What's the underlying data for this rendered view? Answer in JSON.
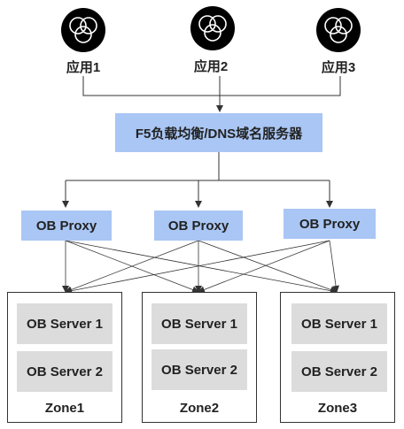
{
  "apps": [
    {
      "label": "应用1",
      "icon": "three-circle-venn-icon"
    },
    {
      "label": "应用2",
      "icon": "three-circle-venn-icon"
    },
    {
      "label": "应用3",
      "icon": "three-circle-venn-icon"
    }
  ],
  "load_balancer": {
    "label": "F5负载均衡/DNS域名服务器"
  },
  "proxies": [
    {
      "label": "OB Proxy"
    },
    {
      "label": "OB Proxy"
    },
    {
      "label": "OB Proxy"
    }
  ],
  "zones": [
    {
      "label": "Zone1",
      "servers": [
        "OB Server 1",
        "OB Server 2"
      ]
    },
    {
      "label": "Zone2",
      "servers": [
        "OB Server 1",
        "OB Server 2"
      ]
    },
    {
      "label": "Zone3",
      "servers": [
        "OB Server 1",
        "OB Server 2"
      ]
    }
  ],
  "colors": {
    "proxy_fill": "#a9c6f4",
    "server_fill": "#dcdcdc",
    "line": "#333333"
  }
}
